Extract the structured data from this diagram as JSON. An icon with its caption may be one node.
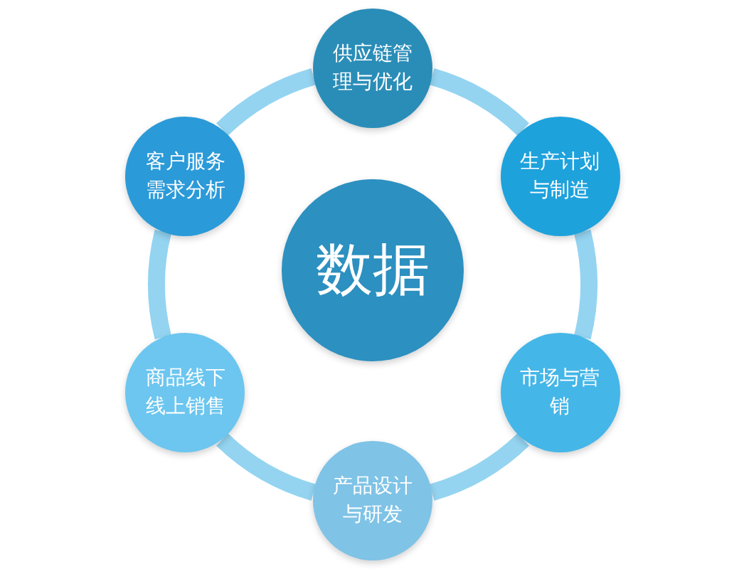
{
  "diagram": {
    "nodes": [
      {
        "text": [
          "供应链管理与优化"
        ]
      },
      {
        "text": [
          "客户服务需求分析"
        ]
      },
      {
        "text": [
          "生产计划与制造"
        ]
      },
      {
        "text": [
          "数据"
        ]
      },
      {
        "text": [
          "商品线下线上销售"
        ]
      },
      {
        "text": [
          "市场与营销"
        ]
      },
      {
        "text": [
          "产品设计与研发"
        ]
      }
    ],
    "edges": [
      {
        "from": 0,
        "to": 2,
        "arrow": "none"
      },
      {
        "from": 2,
        "to": 5,
        "arrow": "none"
      },
      {
        "from": 5,
        "to": 6,
        "arrow": "none"
      },
      {
        "from": 6,
        "to": 4,
        "arrow": "none"
      },
      {
        "from": 4,
        "to": 1,
        "arrow": "none"
      },
      {
        "from": 1,
        "to": 0,
        "arrow": "none"
      }
    ]
  }
}
